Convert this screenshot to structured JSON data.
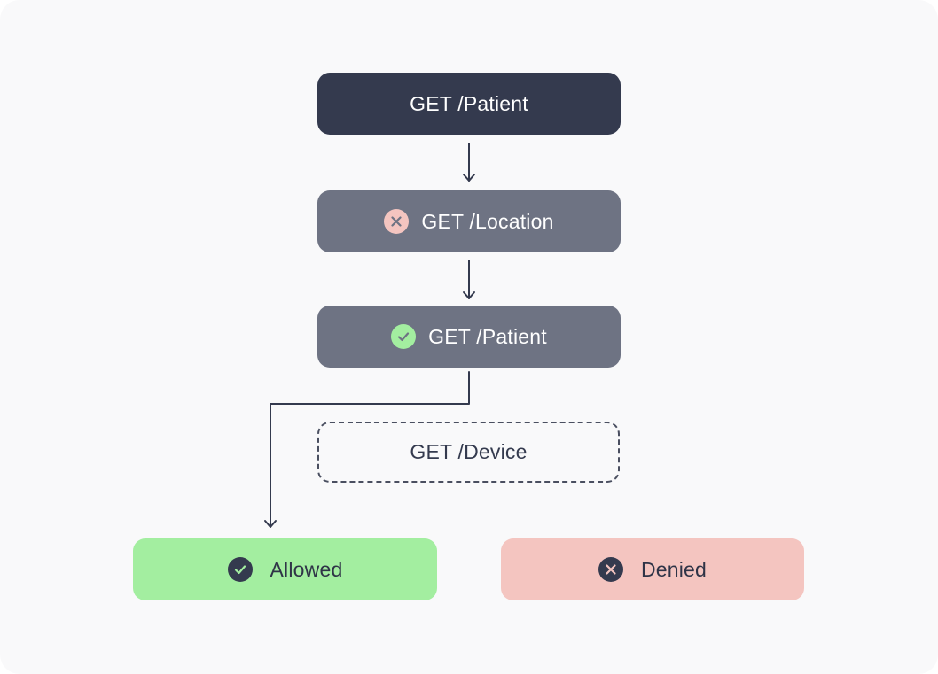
{
  "nodes": {
    "request_patient": {
      "label": "GET /Patient"
    },
    "check_location": {
      "label": "GET /Location",
      "status": "denied",
      "icon": "x-circle-icon"
    },
    "check_patient": {
      "label": "GET /Patient",
      "status": "allowed",
      "icon": "check-circle-icon"
    },
    "check_device": {
      "label": "GET /Device",
      "status": "not-evaluated"
    }
  },
  "outcomes": {
    "allowed": {
      "label": "Allowed",
      "icon": "check-circle-icon"
    },
    "denied": {
      "label": "Denied",
      "icon": "x-circle-icon"
    }
  },
  "colors": {
    "canvas_bg": "#f9f9fa",
    "dark_node": "#343a4e",
    "grey_node": "#6e7383",
    "allowed_bg": "#a3eea0",
    "denied_bg": "#f4c5c0",
    "arrow": "#343a4e",
    "deny_icon_bg": "#f4c5c0",
    "allow_icon_bg": "#a3eea0"
  }
}
